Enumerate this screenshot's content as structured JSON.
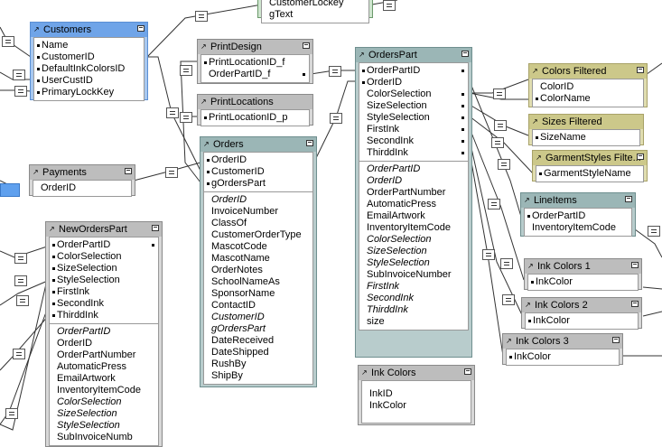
{
  "tables": {
    "customers": {
      "title": "Customers",
      "fields": [
        "Name",
        "CustomerID",
        "DefaultInkColorsID",
        "UserCustID",
        "PrimaryLockKey"
      ]
    },
    "top_partial": {
      "fields": [
        "CustomerLockey",
        "gText"
      ]
    },
    "print_design": {
      "title": "PrintDesign",
      "fields": [
        "PrintLocationID_f",
        "OrderPartID_f"
      ]
    },
    "print_locations": {
      "title": "PrintLocations",
      "fields": [
        "PrintLocationID_p"
      ]
    },
    "payments": {
      "title": "Payments",
      "fields": [
        "OrderID"
      ]
    },
    "orders": {
      "title": "Orders",
      "keys": [
        "OrderID",
        "CustomerID",
        "gOrdersPart"
      ],
      "fields": [
        "OrderID",
        "InvoiceNumber",
        "ClassOf",
        "CustomerOrderType",
        "MascotCode",
        "MascotName",
        "OrderNotes",
        "SchoolNameAs",
        "SponsorName",
        "ContactID",
        "CustomerID",
        "gOrdersPart",
        "DateReceived",
        "DateShipped",
        "RushBy",
        "ShipBy"
      ]
    },
    "orders_part": {
      "title": "OrdersPart",
      "keys": [
        "OrderPartID",
        "OrderID",
        "ColorSelection",
        "SizeSelection",
        "StyleSelection",
        "FirstInk",
        "SecondInk",
        "ThirddInk"
      ],
      "fields": [
        "OrderPartID",
        "OrderID",
        "OrderPartNumber",
        "AutomaticPress",
        "EmailArtwork",
        "InventoryItemCode",
        "ColorSelection",
        "SizeSelection",
        "StyleSelection",
        "SubInvoiceNumber",
        "FirstInk",
        "SecondInk",
        "ThirddInk",
        "size"
      ]
    },
    "new_orders_part": {
      "title": "NewOrdersPart",
      "keys": [
        "OrderPartID",
        "ColorSelection",
        "SizeSelection",
        "StyleSelection",
        "FirstInk",
        "SecondInk",
        "ThirddInk"
      ],
      "fields": [
        "OrderPartID",
        "OrderID",
        "OrderPartNumber",
        "AutomaticPress",
        "EmailArtwork",
        "InventoryItemCode",
        "ColorSelection",
        "SizeSelection",
        "StyleSelection",
        "SubInvoiceNumb"
      ]
    },
    "ink_colors": {
      "title": "Ink Colors",
      "fields": [
        "InkID",
        "InkColor"
      ]
    },
    "colors_filtered": {
      "title": "Colors Filtered",
      "fields": [
        "ColorID",
        "ColorName"
      ]
    },
    "sizes_filtered": {
      "title": "Sizes Filtered",
      "fields": [
        "SizeName"
      ]
    },
    "garment_styles_filtered": {
      "title": "GarmentStyles Filte...",
      "fields": [
        "GarmentStyleName"
      ]
    },
    "line_items": {
      "title": "LineItems",
      "fields": [
        "OrderPartID",
        "InventoryItemCode"
      ]
    },
    "ink_colors_1": {
      "title": "Ink Colors 1",
      "fields": [
        "InkColor"
      ]
    },
    "ink_colors_2": {
      "title": "Ink Colors 2",
      "fields": [
        "InkColor"
      ]
    },
    "ink_colors_3": {
      "title": "Ink Colors 3",
      "fields": [
        "InkColor"
      ]
    }
  },
  "colors": {
    "blue": "#6fa4e8",
    "gray": "#bdbdbd",
    "teal": "#9bb6b6",
    "olive": "#ccc88a",
    "green": "#6b9a6b",
    "line": "#333333"
  }
}
